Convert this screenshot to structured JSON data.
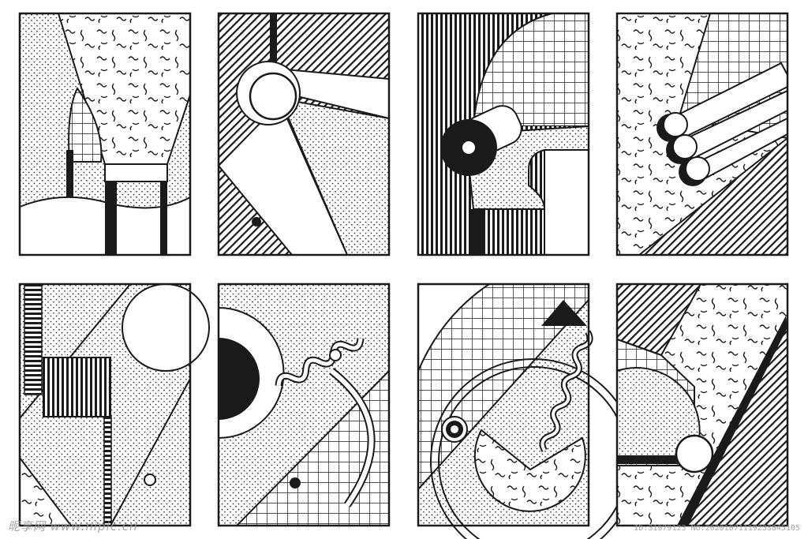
{
  "colors": {
    "ink": "#1a1a1a",
    "paper": "#ffffff",
    "watermark": "#9a9a9a"
  },
  "panels": [
    {
      "name": "panel-lamp-and-funnel"
    },
    {
      "name": "panel-spotlight-beam"
    },
    {
      "name": "panel-wheel-and-pipe"
    },
    {
      "name": "panel-three-cylinders"
    },
    {
      "name": "panel-striped-blocks"
    },
    {
      "name": "panel-eye-and-squiggle"
    },
    {
      "name": "panel-pacman-circle"
    },
    {
      "name": "panel-diagonal-split"
    }
  ],
  "watermark": {
    "left": "昵享网 www.nipic.cn",
    "right": "ID:31979123 NO:20201071119233845105"
  }
}
